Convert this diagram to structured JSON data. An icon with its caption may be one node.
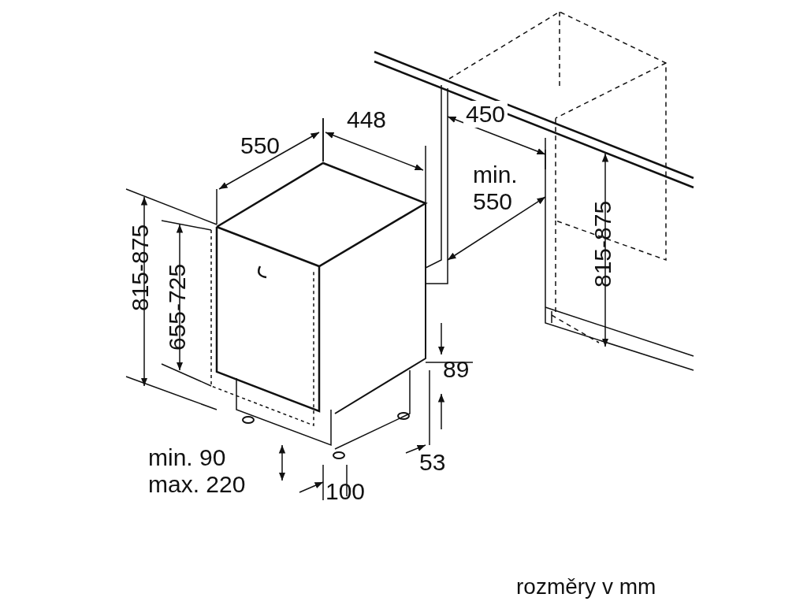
{
  "diagram": {
    "caption": "rozměry v mm",
    "labels": [
      "550",
      "448",
      "450",
      "min. 550",
      "815-875",
      "655-725",
      "815-875",
      "89",
      "53",
      "min. 90 max. 220",
      "100"
    ]
  }
}
